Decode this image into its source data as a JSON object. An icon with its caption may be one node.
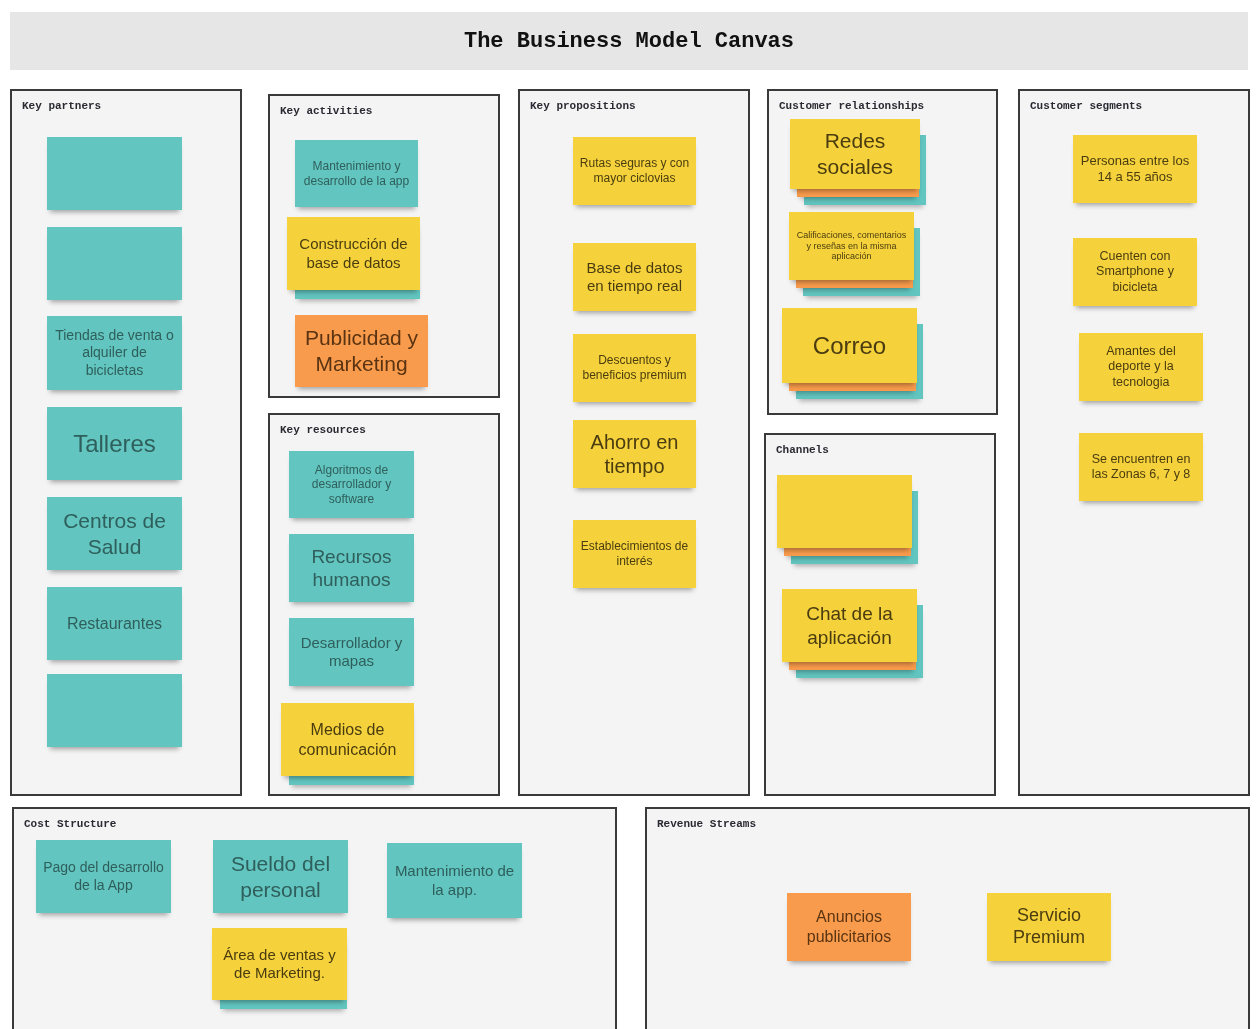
{
  "diagram": {
    "title": "The Business Model Canvas",
    "nodes": [
      {
        "text": [
          "Key partners"
        ]
      },
      {
        "text": [],
        "shape": "box",
        "in": 0
      },
      {
        "text": [],
        "shape": "box",
        "in": 0
      },
      {
        "text": [
          "Tiendas de venta o alquiler de bicicletas"
        ],
        "in": 0
      },
      {
        "text": [
          "Talleres"
        ],
        "in": 0
      },
      {
        "text": [
          "Centros de Salud"
        ],
        "in": 0
      },
      {
        "text": [
          "Restaurantes"
        ],
        "in": 0
      },
      {
        "text": [],
        "shape": "box",
        "in": 0
      },
      {
        "text": [
          "Key activities"
        ]
      },
      {
        "text": [
          "Mantenimiento y desarrollo de la app"
        ],
        "in": 8
      },
      {
        "text": [
          "Construcción de base de datos"
        ],
        "in": 8
      },
      {
        "text": [
          "Publicidad y Marketing"
        ],
        "in": 8
      },
      {
        "text": [
          "Key resources"
        ]
      },
      {
        "text": [
          "Algoritmos de desarrollador y software"
        ],
        "in": 12
      },
      {
        "text": [
          "Recursos humanos"
        ],
        "in": 12
      },
      {
        "text": [
          "Desarrollador y mapas"
        ],
        "in": 12
      },
      {
        "text": [
          "Medios de comunicación"
        ],
        "in": 12
      },
      {
        "text": [
          "Key propositions"
        ]
      },
      {
        "text": [
          "Rutas seguras y con mayor ciclovias"
        ],
        "in": 17
      },
      {
        "text": [
          "Base de datos en tiempo real"
        ],
        "in": 17
      },
      {
        "text": [
          "Descuentos y beneficios premium"
        ],
        "in": 17
      },
      {
        "text": [
          "Ahorro en tiempo"
        ],
        "in": 17
      },
      {
        "text": [
          "Establecimientos de interés"
        ],
        "in": 17
      },
      {
        "text": [
          "Customer relationships"
        ]
      },
      {
        "text": [
          "Redes sociales"
        ],
        "in": 23
      },
      {
        "text": [
          "Calificaciones, comentarios y reseñas en la misma aplicación"
        ],
        "in": 23
      },
      {
        "text": [
          "Correo"
        ],
        "in": 23
      },
      {
        "text": [
          "Channels"
        ]
      },
      {
        "text": [],
        "shape": "box",
        "in": 27
      },
      {
        "text": [
          "Chat de la aplicación"
        ],
        "in": 27
      },
      {
        "text": [
          "Customer segments"
        ]
      },
      {
        "text": [
          "Personas entre los 14 a 55 años"
        ],
        "in": 30
      },
      {
        "text": [
          "Cuenten con Smartphone y bicicleta"
        ],
        "in": 30
      },
      {
        "text": [
          "Amantes del deporte y la tecnologia"
        ],
        "in": 30
      },
      {
        "text": [
          "Se encuentren en las Zonas 6, 7 y 8"
        ],
        "in": 30
      },
      {
        "text": [
          "Cost Structure"
        ]
      },
      {
        "text": [
          "Pago del desarrollo de la App"
        ],
        "in": 35
      },
      {
        "text": [
          "Sueldo del personal"
        ],
        "in": 35
      },
      {
        "text": [
          "Mantenimiento de la app."
        ],
        "in": 35
      },
      {
        "text": [
          "Área de ventas y de Marketing."
        ],
        "in": 35
      },
      {
        "text": [
          "Revenue Streams"
        ]
      },
      {
        "text": [
          "Anuncios publicitarios"
        ],
        "in": 40
      },
      {
        "text": [
          "Servicio Premium"
        ],
        "in": 40
      }
    ]
  }
}
